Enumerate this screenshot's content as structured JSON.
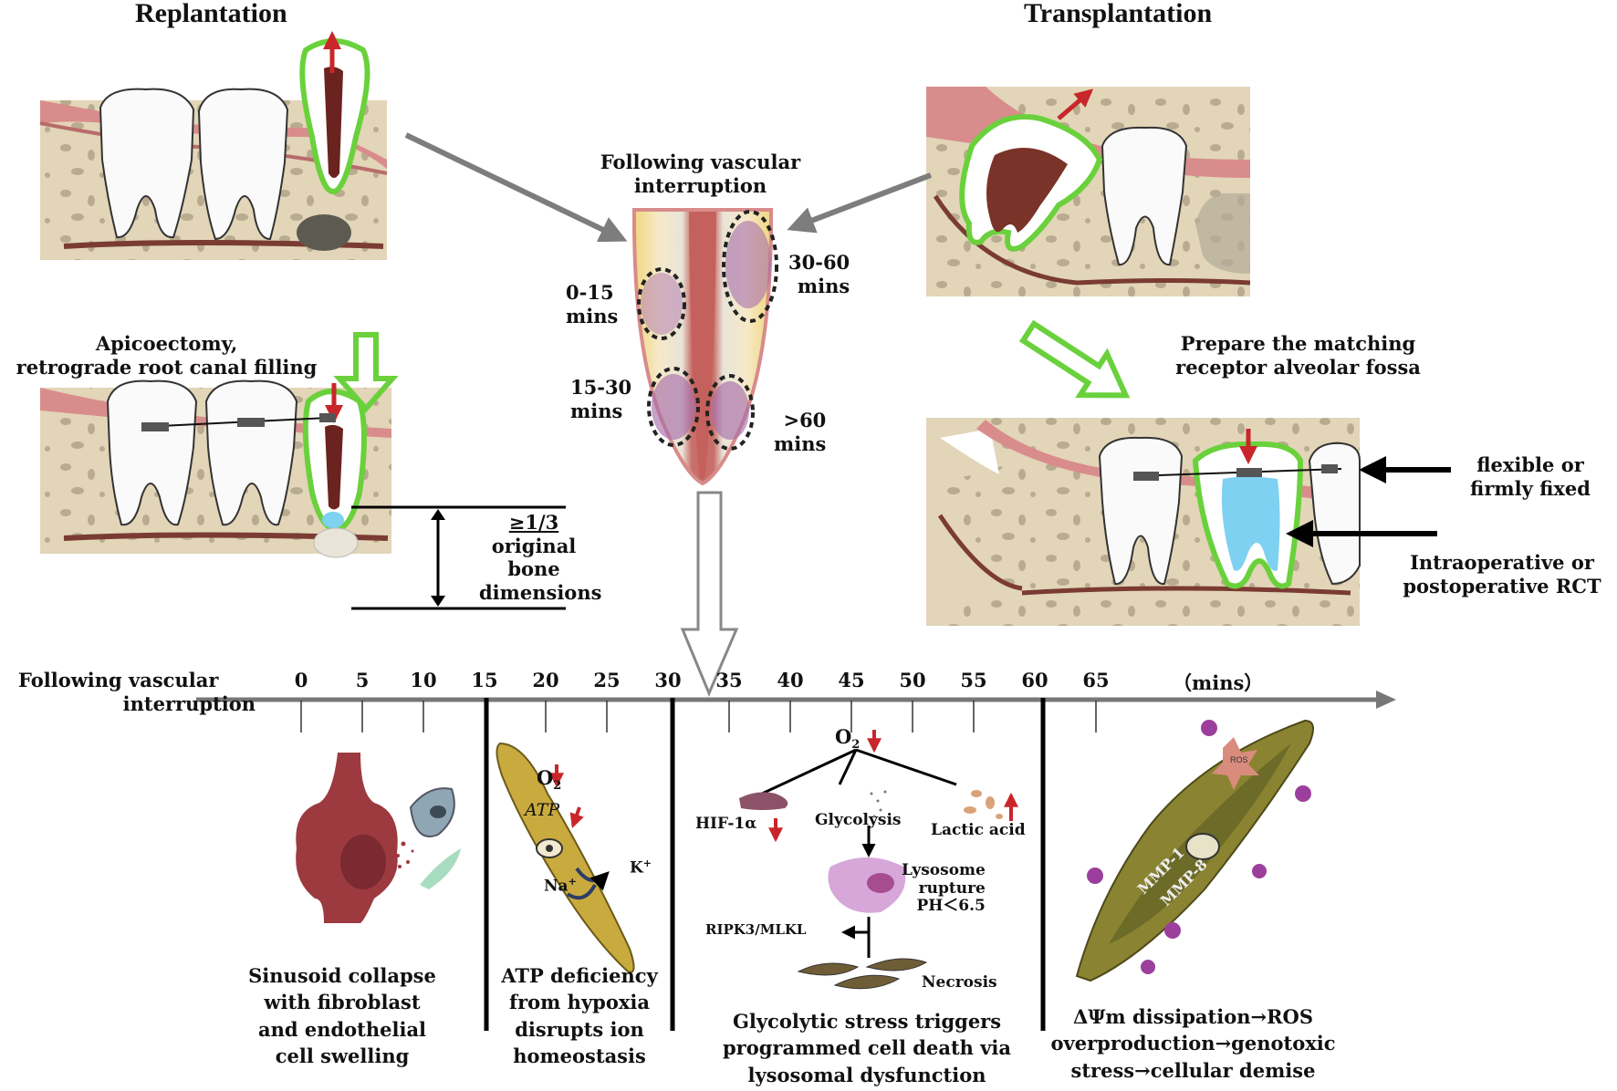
{
  "headings": {
    "replantation": "Replantation",
    "transplantation": "Transplantation"
  },
  "center": {
    "title_line1": "Following vascular",
    "title_line2": "interruption",
    "zones": [
      "0-15\nmins",
      "15-30\nmins",
      "30-60\nmins",
      ">60\nmins"
    ]
  },
  "replant": {
    "step_line1": "Apicoectomy,",
    "step_line2": "retrograde root canal filling",
    "bone_line1": "≥1/3",
    "bone_line2": "original",
    "bone_line3": "bone",
    "bone_line4": "dimensions"
  },
  "transplant": {
    "step_line1": "Prepare the matching",
    "step_line2": "receptor alveolar fossa",
    "fix_line1": "flexible or",
    "fix_line2": "firmly fixed",
    "rct_line1": "Intraoperative or",
    "rct_line2": "postoperative RCT"
  },
  "timeline": {
    "label_line1": "Following vascular",
    "label_line2": "interruption",
    "ticks": [
      "0",
      "5",
      "10",
      "15",
      "20",
      "25",
      "30",
      "35",
      "40",
      "45",
      "50",
      "55",
      "60",
      "65"
    ],
    "unit": "（mins）"
  },
  "stage1": {
    "caption": "Sinusoid collapse\nwith fibroblast\nand endothelial\ncell swelling"
  },
  "stage2": {
    "o2": "O",
    "o2_sub": "2",
    "atp": "ATP",
    "na": "Na",
    "k": "K",
    "plus": "+",
    "caption": "ATP deficiency\nfrom hypoxia\ndisrupts ion\nhomeostasis"
  },
  "stage3": {
    "o2": "O",
    "o2_sub": "2",
    "hif": "HIF-1α",
    "glycolysis": "Glycolysis",
    "lactic": "Lactic acid",
    "lysosome": "Lysosome\nrupture\nPH＜6.5",
    "ripk": "RIPK3/MLKL",
    "necrosis": "Necrosis",
    "caption": "Glycolytic stress triggers\nprogrammed cell death via\nlysosomal dysfunction"
  },
  "stage4": {
    "ros": "ROS",
    "mmp1": "MMP-1",
    "mmp8": "MMP-8",
    "caption": "ΔΨm dissipation→ROS\noverproduction→genotoxic\nstress→cellular demise"
  },
  "colors": {
    "outline": "#6ad13c",
    "arrow_red": "#c8262a",
    "gum": "#d98c8c",
    "bone": "#e2d5b8",
    "axis": "#777777"
  }
}
